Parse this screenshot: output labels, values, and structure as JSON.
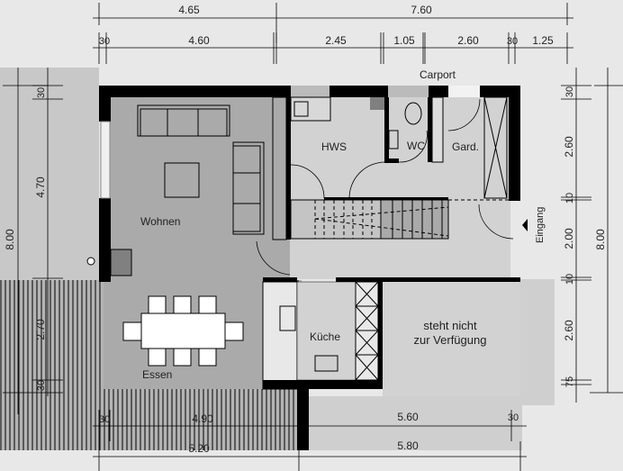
{
  "rooms": {
    "wohnen": "Wohnen",
    "essen": "Essen",
    "hws": "HWS",
    "wc": "WC",
    "gard": "Gard.",
    "kueche": "Küche",
    "unavailable_line1": "steht nicht",
    "unavailable_line2": "zur Verfügung",
    "carport": "Carport",
    "eingang": "Eingang"
  },
  "dimensions": {
    "top_outer": [
      "4.65",
      "7.60"
    ],
    "top_inner": [
      "30",
      "4.60",
      "2.45",
      "1.05",
      "2.60",
      "30",
      "1.25"
    ],
    "left_outer": "8.00",
    "left_inner": [
      "30",
      "4.70",
      "2.70",
      "30"
    ],
    "right_inner": [
      "30",
      "2.60",
      "10",
      "2.00",
      "10",
      "2.60",
      "75"
    ],
    "right_outer": "8.00",
    "bottom_inner": [
      "30",
      "4.90",
      "5.60",
      "30"
    ],
    "bottom_outer": [
      "5.20",
      "5.80"
    ]
  },
  "colors": {
    "wall": "#000000",
    "living_floor": "#aaaaaa",
    "hall_floor": "#d2d2d2",
    "outside": "#e6e6e6",
    "terrace": "#b4b4b4"
  }
}
